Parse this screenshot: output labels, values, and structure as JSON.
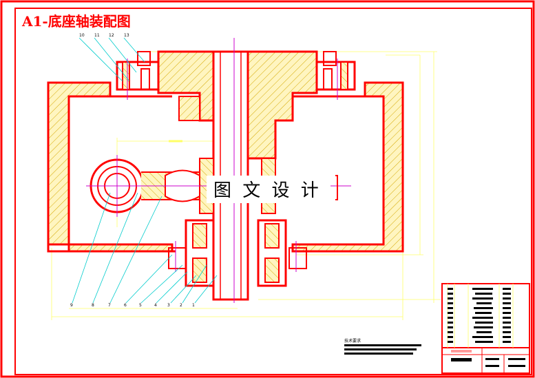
{
  "title": "A1-底座轴装配图",
  "watermark": "图 文 设 计",
  "part_numbers_top": [
    "10",
    "11",
    "12",
    "13"
  ],
  "part_numbers_bottom": [
    "9",
    "8",
    "7",
    "6",
    "5",
    "4",
    "3",
    "2",
    "1"
  ],
  "tech_requirements_heading": "技术要求",
  "colors": {
    "border": "#ff0000",
    "outline": "#ff0000",
    "hatch": "#e6b800",
    "dimension": "#ffff66",
    "leader": "#00cccc",
    "centerline": "#cc00cc",
    "fill": "#fff5c0"
  }
}
